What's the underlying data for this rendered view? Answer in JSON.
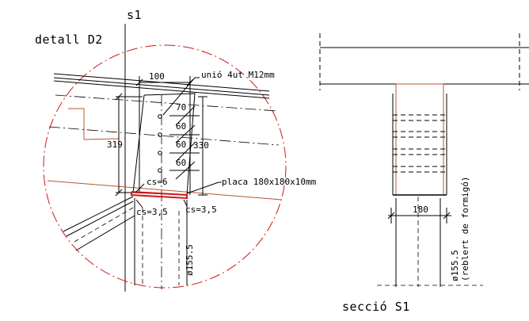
{
  "section_label_s1": "s1",
  "detail_title": "detall D2",
  "section_title": "secció S1",
  "dims": {
    "d100": "100",
    "d70": "70",
    "d60a": "60",
    "d60b": "60",
    "d60c": "60",
    "d330": "330",
    "d319": "319",
    "d180": "180"
  },
  "notes": {
    "bolts": "unió 4ut M12mm",
    "plate": "placa 180x180x10mm",
    "cs6": "cs=6",
    "cs35_left": "cs=3,5",
    "cs35_right": "cs=3,5",
    "pipe_detail": "ø155.5",
    "pipe_section": "ø155.5",
    "fill": "(reblert de formigó)"
  },
  "colors": {
    "circle": "#d01818",
    "beam": "#b4582a",
    "plate": "#d01818"
  }
}
